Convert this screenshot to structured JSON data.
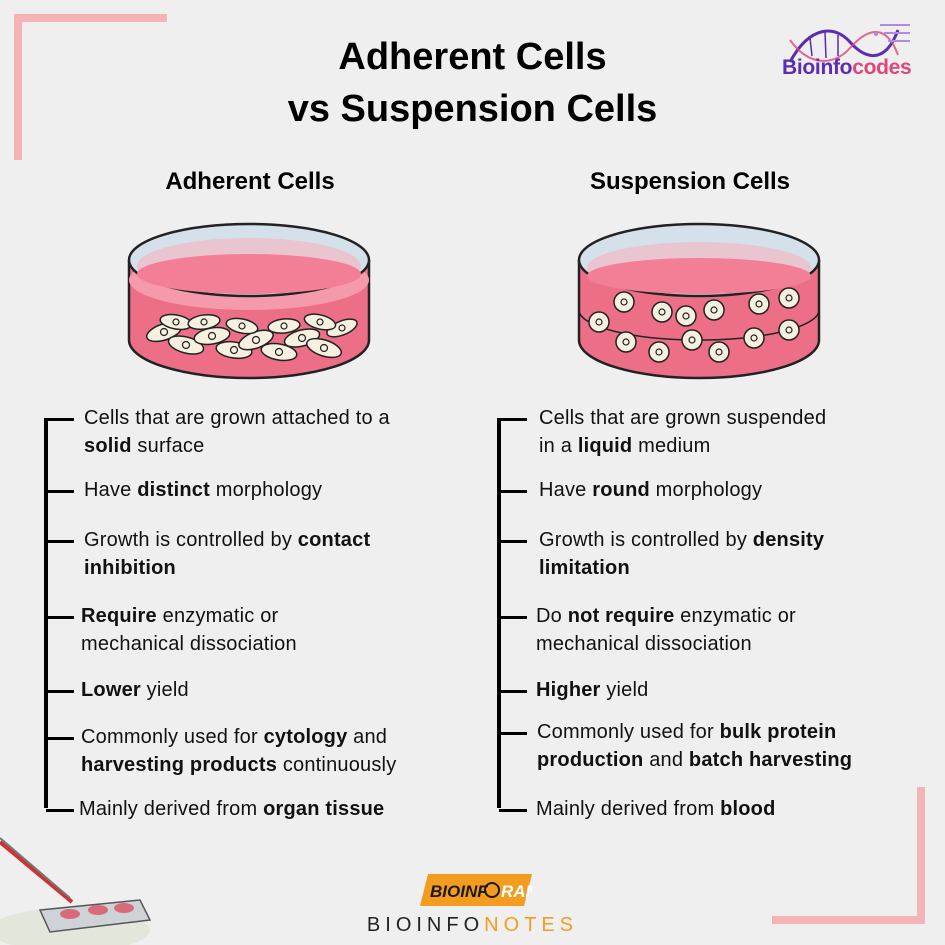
{
  "title": {
    "line1": "Adherent Cells",
    "line2": "vs Suspension Cells"
  },
  "logo": {
    "part1": "Bioinfo",
    "part2": "codes"
  },
  "columns": {
    "left": {
      "heading": "Adherent Cells",
      "items": [
        {
          "l1": [
            "Cells that are grown attached to a"
          ],
          "l2": [
            {
              "b": "solid"
            },
            " surface"
          ]
        },
        {
          "l1": [
            "Have ",
            {
              "b": "distinct"
            },
            " morphology"
          ]
        },
        {
          "l1": [
            "Growth is controlled by ",
            {
              "b": "contact"
            }
          ],
          "l2": [
            {
              "b": "inhibition"
            }
          ]
        },
        {
          "l1": [
            {
              "b": "Require"
            },
            " enzymatic or"
          ],
          "l2": [
            "mechanical dissociation"
          ]
        },
        {
          "l1": [
            {
              "b": "Lower"
            },
            " yield"
          ]
        },
        {
          "l1": [
            "Commonly used for ",
            {
              "b": "cytology"
            },
            " and"
          ],
          "l2": [
            {
              "b": "harvesting products"
            },
            " continuously"
          ]
        },
        {
          "l1": [
            "Mainly derived from ",
            {
              "b": "organ tissue"
            }
          ]
        }
      ]
    },
    "right": {
      "heading": "Suspension Cells",
      "items": [
        {
          "l1": [
            "Cells that are grown suspended"
          ],
          "l2": [
            "in a ",
            {
              "b": "liquid"
            },
            " medium"
          ]
        },
        {
          "l1": [
            "Have ",
            {
              "b": "round"
            },
            " morphology"
          ]
        },
        {
          "l1": [
            "Growth is controlled by ",
            {
              "b": "density"
            }
          ],
          "l2": [
            {
              "b": "limitation"
            }
          ]
        },
        {
          "l1": [
            "Do ",
            {
              "b": "not require"
            },
            " enzymatic or"
          ],
          "l2": [
            "mechanical dissociation"
          ]
        },
        {
          "l1": [
            {
              "b": "Higher"
            },
            " yield"
          ]
        },
        {
          "l1": [
            "Commonly used for ",
            {
              "b": "bulk protein"
            }
          ],
          "l2": [
            {
              "b": "production"
            },
            " and ",
            {
              "b": "batch harvesting"
            }
          ]
        },
        {
          "l1": [
            "Mainly derived from ",
            {
              "b": "blood"
            }
          ]
        }
      ]
    }
  },
  "footer": {
    "badge_a": "BIOINF",
    "badge_b": "RANGE",
    "brand_a": "BIOINFO",
    "brand_b": "NOTES"
  },
  "colors": {
    "accent_pink": "#f4b3b5",
    "medium": "#ec6f87",
    "medium_top": "#f59aaa",
    "logo_purple": "#5b2db0",
    "brand_orange": "#f39c1f"
  }
}
